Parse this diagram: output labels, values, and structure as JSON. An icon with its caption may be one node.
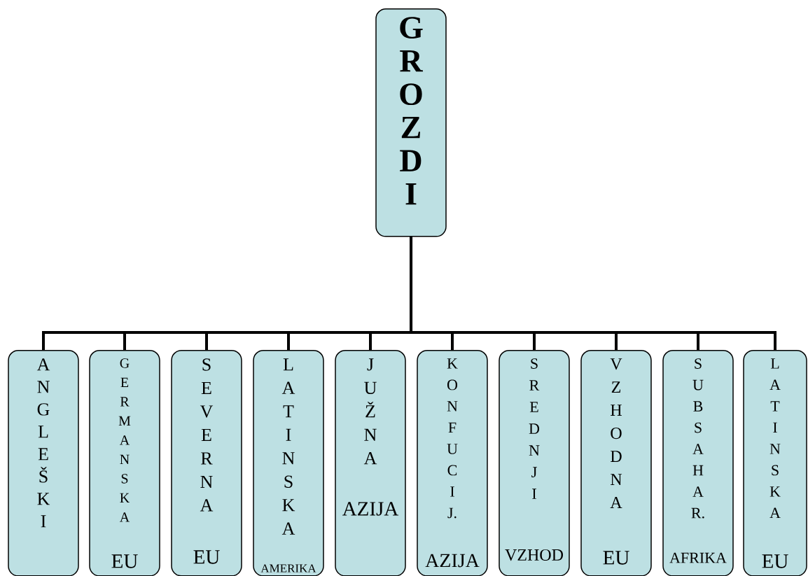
{
  "diagram": {
    "nodes": [
      {
        "text": [
          "GROZDI"
        ]
      },
      {
        "text": [
          "ANGLEŠKI"
        ]
      },
      {
        "text": [
          "GERMANSKA",
          "EU"
        ]
      },
      {
        "text": [
          "SEVERNA",
          "EU"
        ]
      },
      {
        "text": [
          "LATINSKA",
          "AMERIKA"
        ]
      },
      {
        "text": [
          "JUŽNA",
          "AZIJA"
        ]
      },
      {
        "text": [
          "KONFUCIJ.",
          "AZIJA"
        ]
      },
      {
        "text": [
          "SREDNJI",
          "VZHOD"
        ]
      },
      {
        "text": [
          "VZHODNA",
          "EU"
        ]
      },
      {
        "text": [
          "SUBSAHAR.",
          "AFRIKA"
        ]
      },
      {
        "text": [
          "LATINSKA",
          "EU"
        ]
      }
    ],
    "edges": [
      {
        "from": 0,
        "to": 1,
        "arrow": "none"
      },
      {
        "from": 0,
        "to": 2,
        "arrow": "none"
      },
      {
        "from": 0,
        "to": 3,
        "arrow": "none"
      },
      {
        "from": 0,
        "to": 4,
        "arrow": "none"
      },
      {
        "from": 0,
        "to": 5,
        "arrow": "none"
      },
      {
        "from": 0,
        "to": 6,
        "arrow": "none"
      },
      {
        "from": 0,
        "to": 7,
        "arrow": "none"
      },
      {
        "from": 0,
        "to": 8,
        "arrow": "none"
      },
      {
        "from": 0,
        "to": 9,
        "arrow": "none"
      },
      {
        "from": 0,
        "to": 10,
        "arrow": "none"
      }
    ]
  }
}
